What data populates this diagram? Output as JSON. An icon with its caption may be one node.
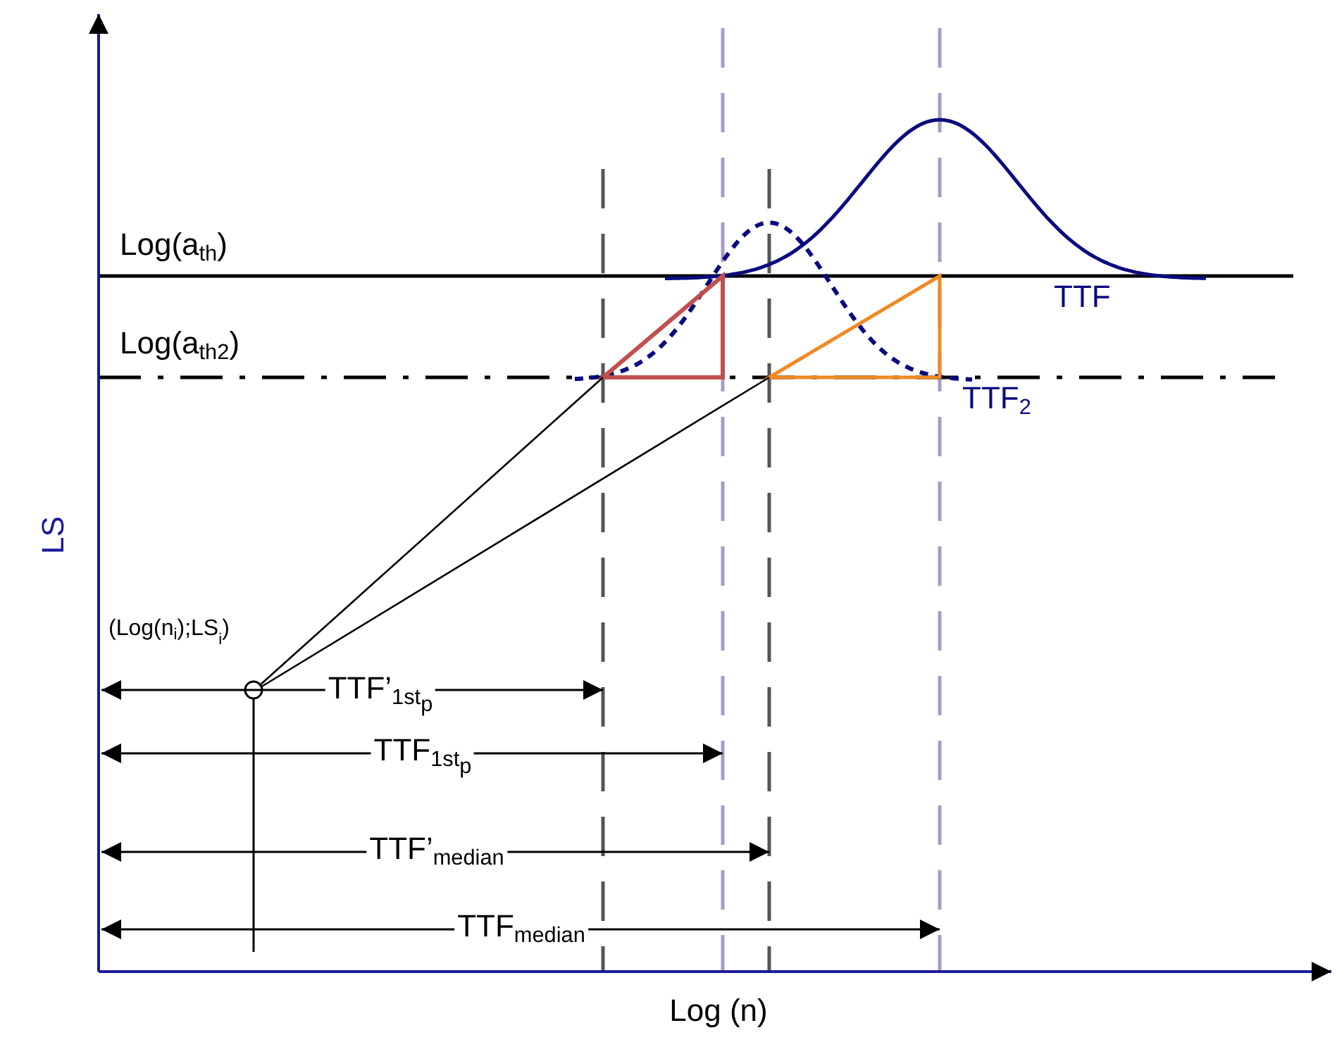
{
  "diagram": {
    "labels": [
      "Log(a$_{th}$)",
      "Log(a$_{th2}$)",
      "TTF",
      "TTF$_{2}$",
      "LS",
      "(Log(n$_{i}$);LS$_{i}$)",
      "TTF’$_{1st}$$_{p}$",
      "TTF$_{1st}$$_{p}$",
      "TTF’$_{median}$",
      "TTF$_{median}$",
      "Log (n)"
    ]
  }
}
